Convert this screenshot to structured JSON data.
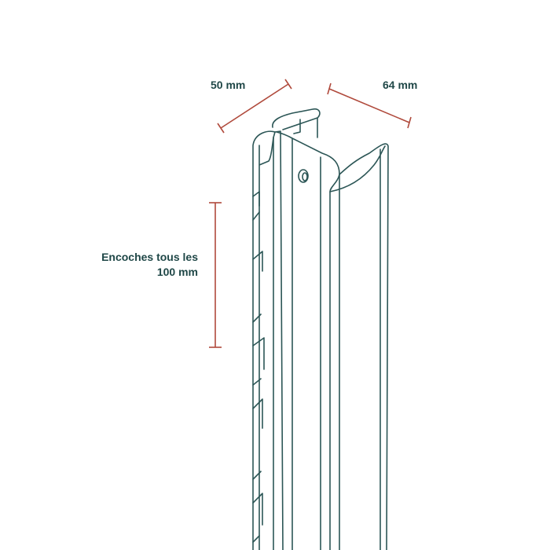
{
  "labels": {
    "width_dimension": "50 mm",
    "depth_dimension": "64 mm",
    "notch_spacing_line1": "Encoches tous les",
    "notch_spacing_line2": "100 mm"
  },
  "colors": {
    "text": "#1f4747",
    "outline": "#2c5656",
    "dimension_line": "#b04a3c"
  }
}
